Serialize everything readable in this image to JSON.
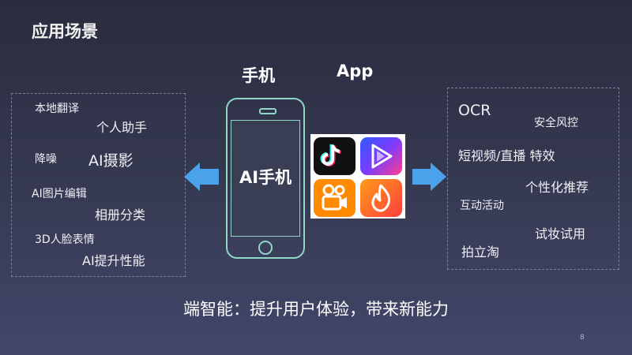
{
  "title": "应用场景",
  "headers": {
    "phone": "手机",
    "app": "App"
  },
  "phone_label": "AI手机",
  "left_features": {
    "f1": "本地翻译",
    "f2": "个人助手",
    "f3": "降噪",
    "f4": "AI摄影",
    "f5": "AI图片编辑",
    "f6": "相册分类",
    "f7": "3D人脸表情",
    "f8": "AI提升性能"
  },
  "right_features": {
    "f1": "OCR",
    "f2": "安全风控",
    "f3": "短视频/直播 特效",
    "f4": "个性化推荐",
    "f5": "互动活动",
    "f6": "试妆试用",
    "f7": "拍立淘"
  },
  "apps": [
    "tiktok-icon",
    "video-player-icon",
    "kuaishou-icon",
    "huoshan-icon"
  ],
  "footer": "端智能：提升用户体验，带来新能力",
  "page_number": "8",
  "colors": {
    "arrow": "#4aa2ea",
    "phone_outline": "#8fd7c6"
  }
}
